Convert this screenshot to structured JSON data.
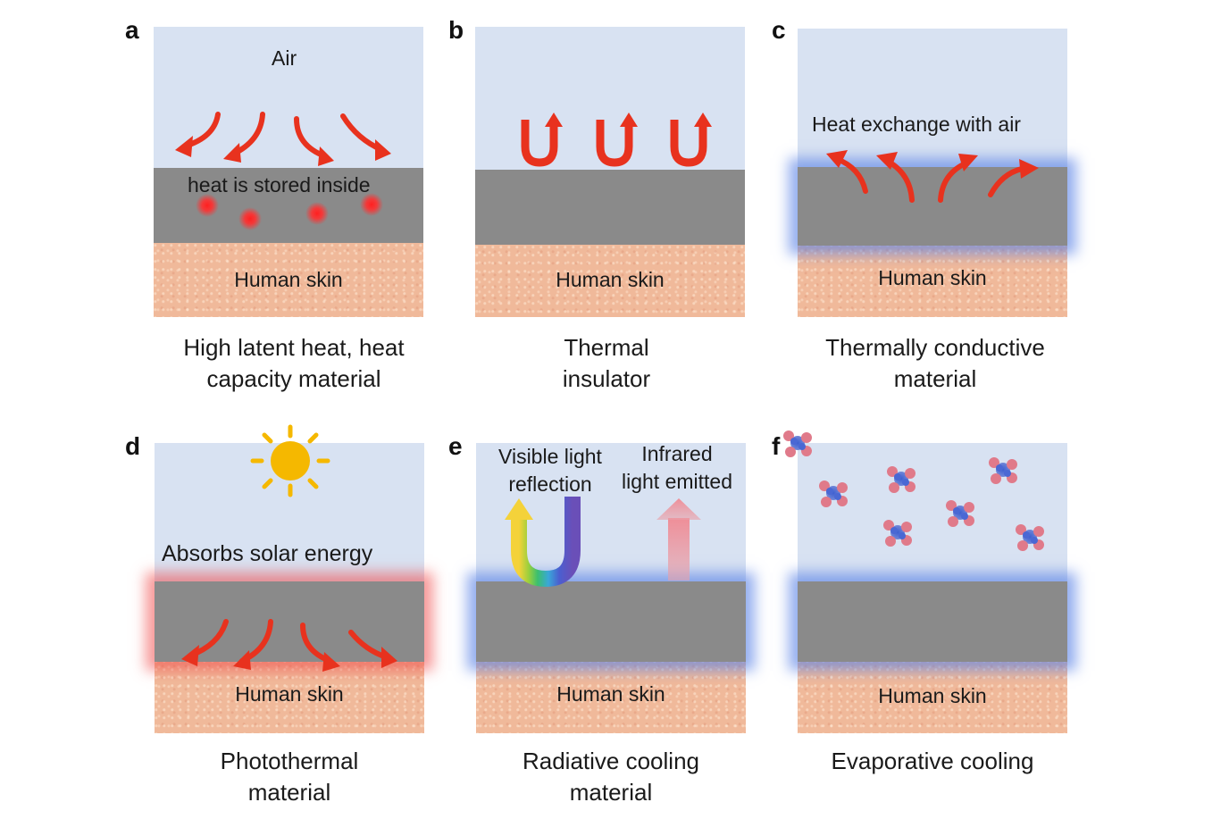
{
  "panels": {
    "a": {
      "letter": "a",
      "air_label": "Air",
      "inside_label": "heat is stored inside",
      "skin_label": "Human skin",
      "caption_line1": "High latent heat, heat",
      "caption_line2": "capacity material"
    },
    "b": {
      "letter": "b",
      "skin_label": "Human skin",
      "caption_line1": "Thermal",
      "caption_line2": "insulator"
    },
    "c": {
      "letter": "c",
      "top_label": "Heat exchange with air",
      "skin_label": "Human skin",
      "caption_line1": "Thermally conductive",
      "caption_line2": "material"
    },
    "d": {
      "letter": "d",
      "top_label": "Absorbs solar energy",
      "skin_label": "Human skin",
      "caption_line1": "Photothermal",
      "caption_line2": "material"
    },
    "e": {
      "letter": "e",
      "visible_line1": "Visible light",
      "visible_line2": "reflection",
      "ir_line1": "Infrared",
      "ir_line2": "light emitted",
      "skin_label": "Human skin",
      "caption_line1": "Radiative cooling",
      "caption_line2": "material"
    },
    "f": {
      "letter": "f",
      "skin_label": "Human skin",
      "caption_line1": "Evaporative cooling"
    }
  },
  "colors": {
    "air": "#d8e2f2",
    "material": "#8a8a8a",
    "skin": "#f0b99a",
    "arrow": "#e8321e",
    "sun": "#f5b800",
    "blue_glow": "#5a82e6",
    "red_glow": "#f04646",
    "ir_arrow": "#e9a0a8"
  },
  "icons": [
    "heat-arrow-icon",
    "u-turn-arrow-icon",
    "sun-icon",
    "rainbow-u-arrow-icon",
    "infrared-arrow-icon",
    "water-molecule-icon",
    "heat-dot-icon"
  ]
}
